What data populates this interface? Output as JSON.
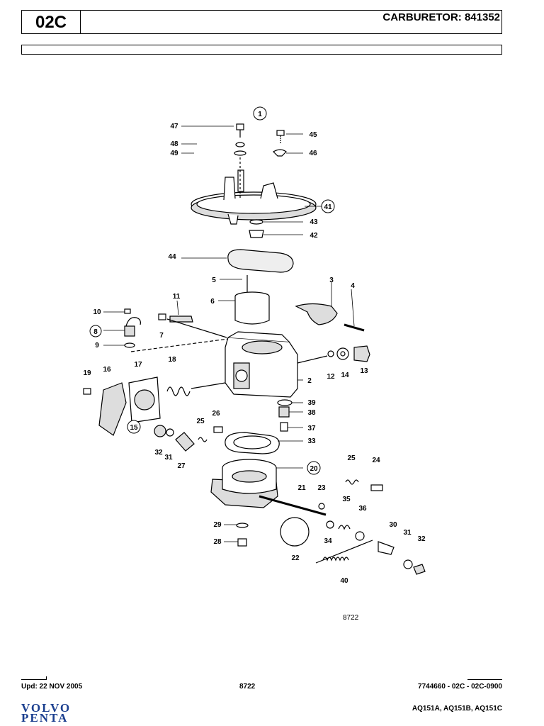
{
  "header": {
    "section_code": "02C",
    "title": "CARBURETOR: 841352"
  },
  "diagram": {
    "figure_number": "8722",
    "callouts": [
      {
        "id": "c1",
        "label": "1",
        "circled": true
      },
      {
        "id": "c47",
        "label": "47",
        "circled": false
      },
      {
        "id": "c45",
        "label": "45",
        "circled": false
      },
      {
        "id": "c48",
        "label": "48",
        "circled": false
      },
      {
        "id": "c49",
        "label": "49",
        "circled": false
      },
      {
        "id": "c46",
        "label": "46",
        "circled": false
      },
      {
        "id": "c41",
        "label": "41",
        "circled": true
      },
      {
        "id": "c43",
        "label": "43",
        "circled": false
      },
      {
        "id": "c42",
        "label": "42",
        "circled": false
      },
      {
        "id": "c44",
        "label": "44",
        "circled": false
      },
      {
        "id": "c5",
        "label": "5",
        "circled": false
      },
      {
        "id": "c3",
        "label": "3",
        "circled": false
      },
      {
        "id": "c4",
        "label": "4",
        "circled": false
      },
      {
        "id": "c11",
        "label": "11",
        "circled": false
      },
      {
        "id": "c6",
        "label": "6",
        "circled": false
      },
      {
        "id": "c10",
        "label": "10",
        "circled": false
      },
      {
        "id": "c7",
        "label": "7",
        "circled": false
      },
      {
        "id": "c8",
        "label": "8",
        "circled": true
      },
      {
        "id": "c9",
        "label": "9",
        "circled": false
      },
      {
        "id": "c12",
        "label": "12",
        "circled": false
      },
      {
        "id": "c14",
        "label": "14",
        "circled": false
      },
      {
        "id": "c13",
        "label": "13",
        "circled": false
      },
      {
        "id": "c19",
        "label": "19",
        "circled": false
      },
      {
        "id": "c16",
        "label": "16",
        "circled": false
      },
      {
        "id": "c17",
        "label": "17",
        "circled": false
      },
      {
        "id": "c18",
        "label": "18",
        "circled": false
      },
      {
        "id": "c2",
        "label": "2",
        "circled": false
      },
      {
        "id": "c39",
        "label": "39",
        "circled": false
      },
      {
        "id": "c38",
        "label": "38",
        "circled": false
      },
      {
        "id": "c37",
        "label": "37",
        "circled": false
      },
      {
        "id": "c15",
        "label": "15",
        "circled": true
      },
      {
        "id": "c25a",
        "label": "25",
        "circled": false
      },
      {
        "id": "c26",
        "label": "26",
        "circled": false
      },
      {
        "id": "c33",
        "label": "33",
        "circled": false
      },
      {
        "id": "c32a",
        "label": "32",
        "circled": false
      },
      {
        "id": "c31a",
        "label": "31",
        "circled": false
      },
      {
        "id": "c27",
        "label": "27",
        "circled": false
      },
      {
        "id": "c25b",
        "label": "25",
        "circled": false
      },
      {
        "id": "c24",
        "label": "24",
        "circled": false
      },
      {
        "id": "c20",
        "label": "20",
        "circled": true
      },
      {
        "id": "c21",
        "label": "21",
        "circled": false
      },
      {
        "id": "c23",
        "label": "23",
        "circled": false
      },
      {
        "id": "c35",
        "label": "35",
        "circled": false
      },
      {
        "id": "c36",
        "label": "36",
        "circled": false
      },
      {
        "id": "c29",
        "label": "29",
        "circled": false
      },
      {
        "id": "c30",
        "label": "30",
        "circled": false
      },
      {
        "id": "c31b",
        "label": "31",
        "circled": false
      },
      {
        "id": "c32b",
        "label": "32",
        "circled": false
      },
      {
        "id": "c34",
        "label": "34",
        "circled": false
      },
      {
        "id": "c28",
        "label": "28",
        "circled": false
      },
      {
        "id": "c22",
        "label": "22",
        "circled": false
      },
      {
        "id": "c40",
        "label": "40",
        "circled": false
      }
    ]
  },
  "footer": {
    "updated": "Upd: 22 NOV 2005",
    "page_center": "8722",
    "reference": "7744660 - 02C - 02C-0900",
    "models": "AQ151A, AQ151B, AQ151C",
    "logo_line1": "VOLVO",
    "logo_line2": "PENTA"
  }
}
